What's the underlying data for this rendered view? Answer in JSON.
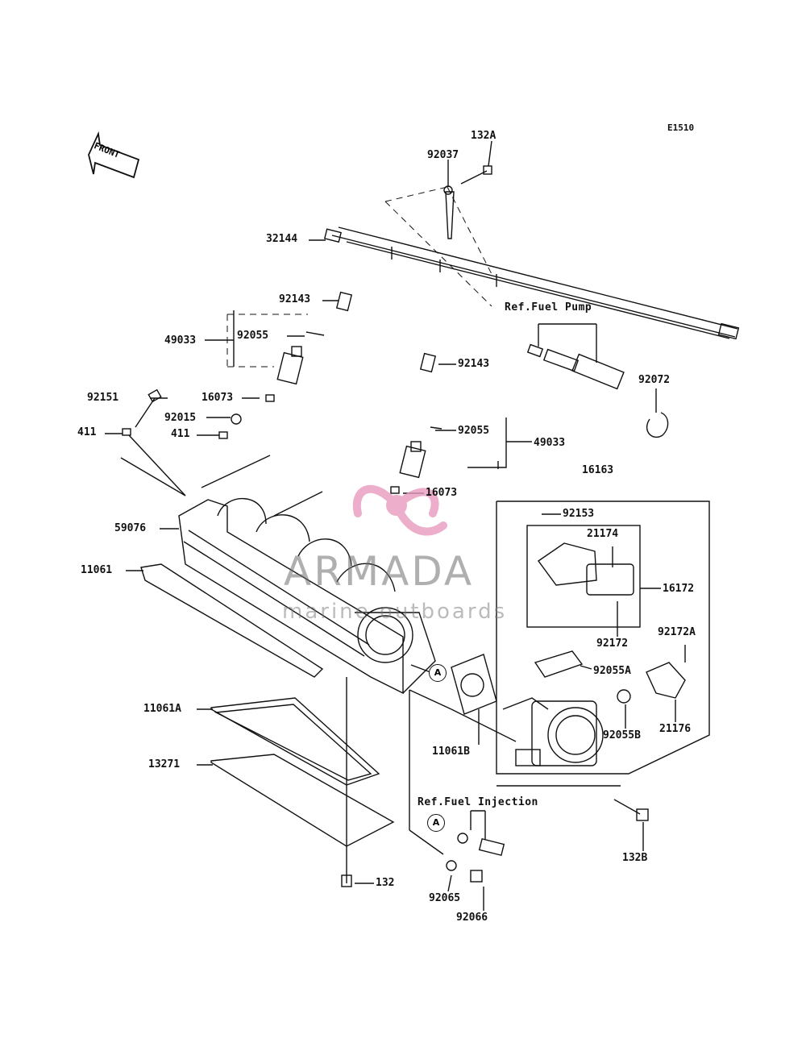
{
  "diagram_code": "E1510",
  "front_label": "FRONT",
  "ref_fuel_pump": "Ref.Fuel Pump",
  "ref_fuel_injection": "Ref.Fuel Injection",
  "marker": "A",
  "watermark": {
    "brand": "ARMADA",
    "tagline": "marine outboards",
    "color": "#e89bbf"
  },
  "parts": {
    "p132A": "132A",
    "p92037": "92037",
    "p32144": "32144",
    "p92143a": "92143",
    "p49033a": "49033",
    "p92055a": "92055",
    "p16073a": "16073",
    "p92151": "92151",
    "p92015": "92015",
    "p411a": "411",
    "p411b": "411",
    "p92143b": "92143",
    "p92072": "92072",
    "p92055b": "92055",
    "p49033b": "49033",
    "p16073b": "16073",
    "p16163": "16163",
    "p92153": "92153",
    "p21174": "21174",
    "p59076": "59076",
    "p11061": "11061",
    "p16172": "16172",
    "p92172": "92172",
    "p92172A": "92172A",
    "p92055A": "92055A",
    "p92055B": "92055B",
    "p21176": "21176",
    "p11061A": "11061A",
    "p11061B": "11061B",
    "p13271": "13271",
    "p132B": "132B",
    "p132": "132",
    "p92065": "92065",
    "p92066": "92066"
  }
}
